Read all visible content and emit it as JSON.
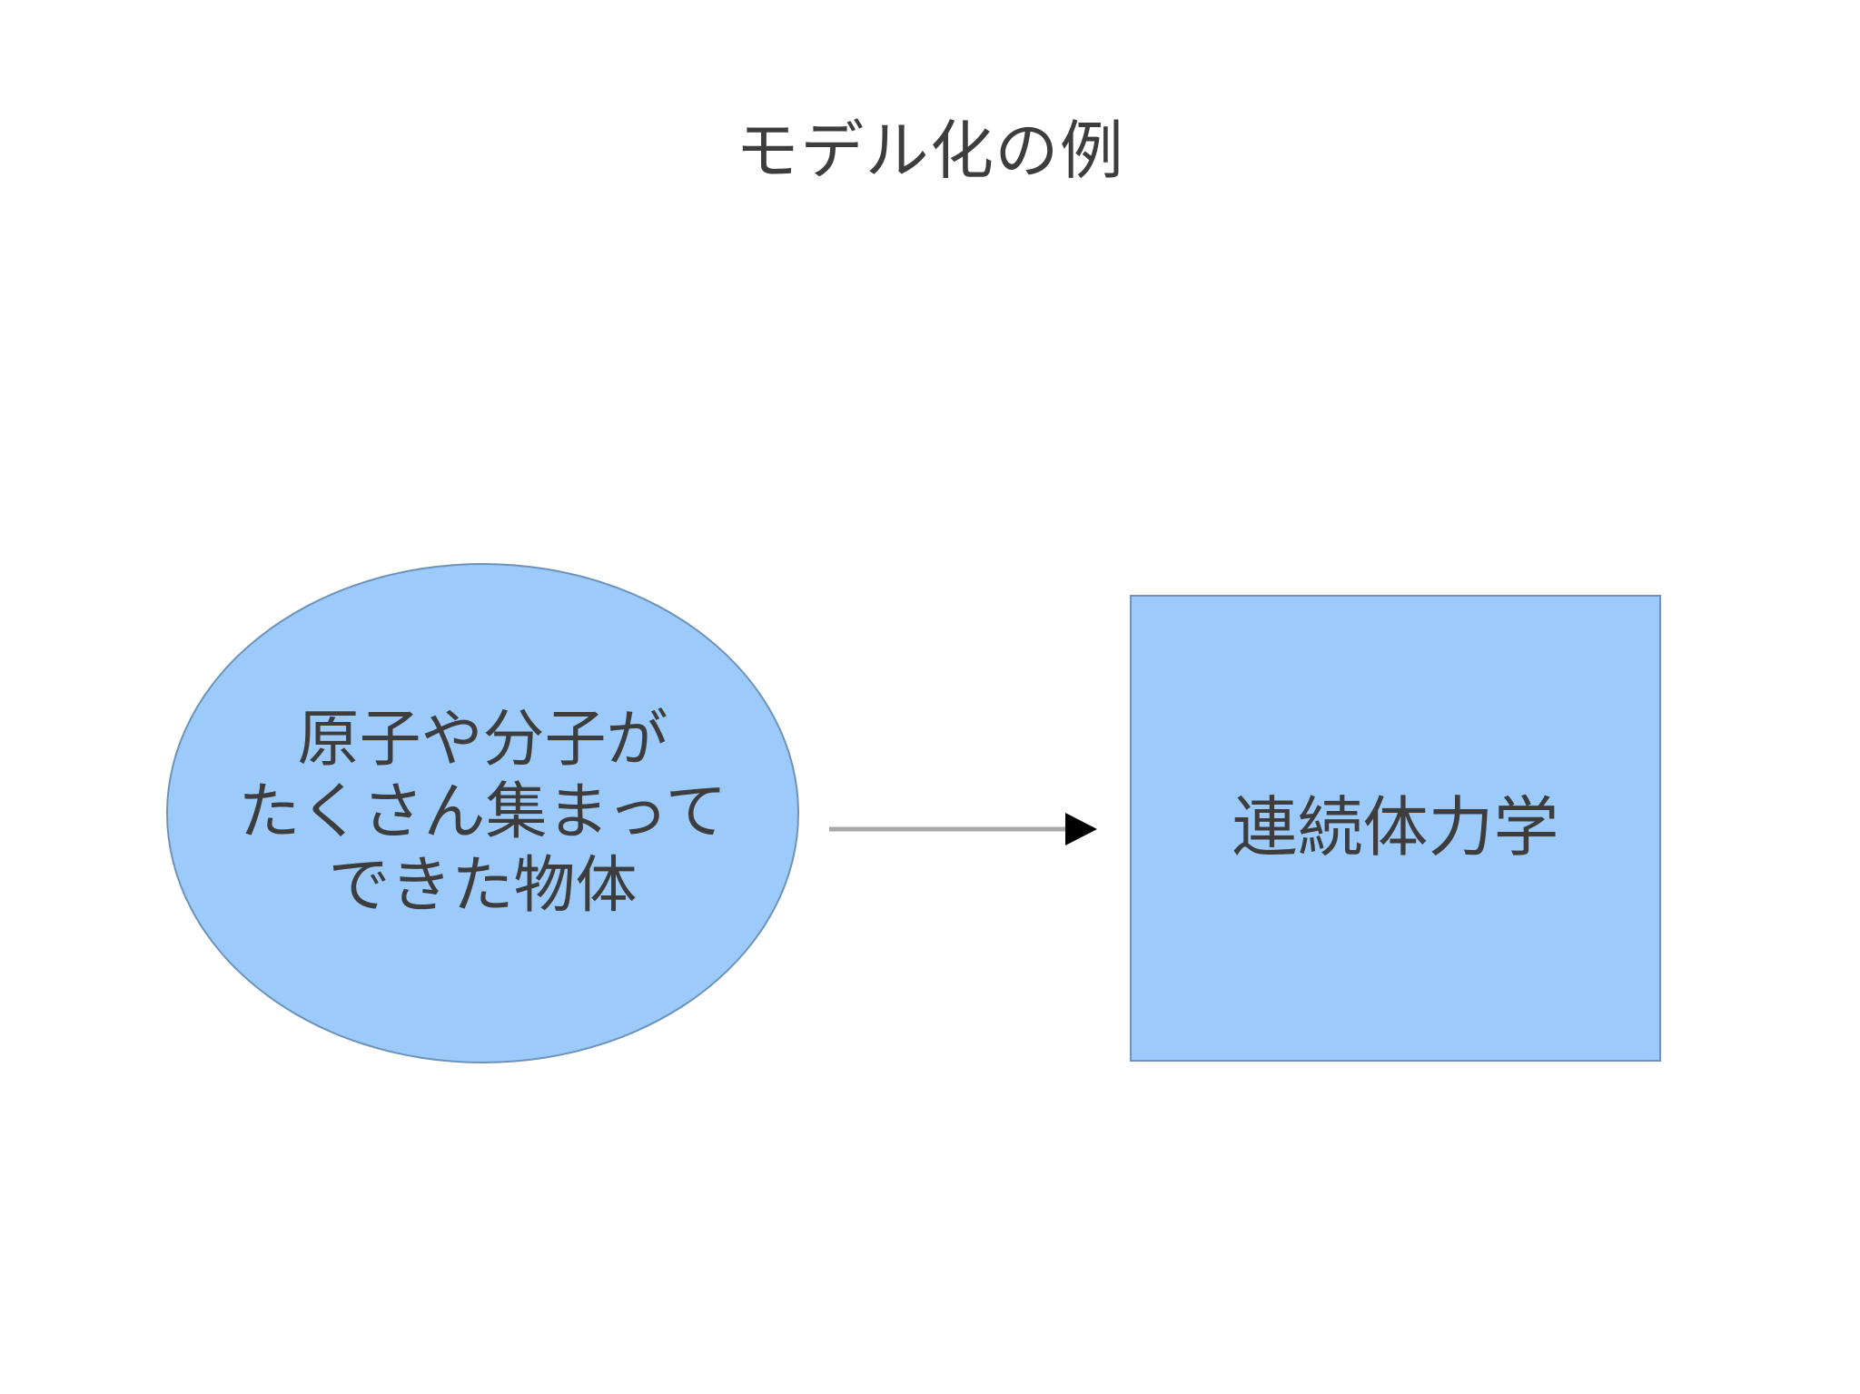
{
  "slide": {
    "title": "モデル化の例",
    "background_color": "#ffffff",
    "text_color": "#3d3d3d",
    "shape_fill_color": "#9BCAFB",
    "shape_border_color": "#6d93b8",
    "arrow_shaft_color": "#a8a8a8",
    "arrow_head_color": "#000000"
  },
  "diagram": {
    "source_node": {
      "shape": "ellipse",
      "lines": [
        "原子や分子が",
        "たくさん集まって",
        "できた物体"
      ]
    },
    "connector": {
      "type": "arrow",
      "direction": "right",
      "label": ""
    },
    "target_node": {
      "shape": "rectangle",
      "label": "連続体力学"
    }
  }
}
